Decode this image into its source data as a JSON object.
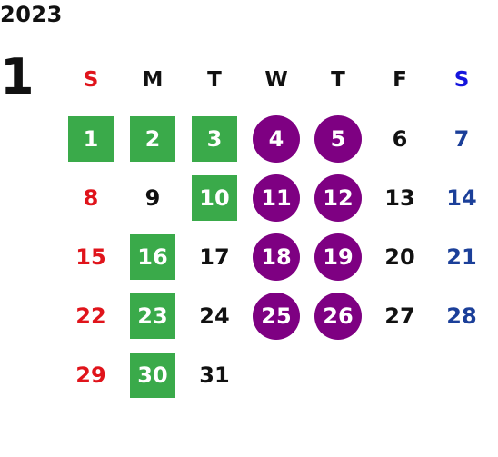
{
  "year": "2023",
  "month": "1",
  "colors": {
    "sunday": "#e0141b",
    "saturday": "#1b3f99",
    "saturday_header": "#1515dd",
    "weekday": "#111111",
    "green_square": "#3aaa4a",
    "purple_circle": "#7e0082"
  },
  "weekdays": [
    "S",
    "M",
    "T",
    "W",
    "T",
    "F",
    "S"
  ],
  "weeks": [
    [
      {
        "day": "1",
        "mark": "square"
      },
      {
        "day": "2",
        "mark": "square"
      },
      {
        "day": "3",
        "mark": "square"
      },
      {
        "day": "4",
        "mark": "circle"
      },
      {
        "day": "5",
        "mark": "circle"
      },
      {
        "day": "6",
        "mark": ""
      },
      {
        "day": "7",
        "mark": ""
      }
    ],
    [
      {
        "day": "8",
        "mark": ""
      },
      {
        "day": "9",
        "mark": ""
      },
      {
        "day": "10",
        "mark": "square"
      },
      {
        "day": "11",
        "mark": "circle"
      },
      {
        "day": "12",
        "mark": "circle"
      },
      {
        "day": "13",
        "mark": ""
      },
      {
        "day": "14",
        "mark": ""
      }
    ],
    [
      {
        "day": "15",
        "mark": ""
      },
      {
        "day": "16",
        "mark": "square"
      },
      {
        "day": "17",
        "mark": ""
      },
      {
        "day": "18",
        "mark": "circle"
      },
      {
        "day": "19",
        "mark": "circle"
      },
      {
        "day": "20",
        "mark": ""
      },
      {
        "day": "21",
        "mark": ""
      }
    ],
    [
      {
        "day": "22",
        "mark": ""
      },
      {
        "day": "23",
        "mark": "square"
      },
      {
        "day": "24",
        "mark": ""
      },
      {
        "day": "25",
        "mark": "circle"
      },
      {
        "day": "26",
        "mark": "circle"
      },
      {
        "day": "27",
        "mark": ""
      },
      {
        "day": "28",
        "mark": ""
      }
    ],
    [
      {
        "day": "29",
        "mark": ""
      },
      {
        "day": "30",
        "mark": "square"
      },
      {
        "day": "31",
        "mark": ""
      },
      {
        "day": "",
        "mark": ""
      },
      {
        "day": "",
        "mark": ""
      },
      {
        "day": "",
        "mark": ""
      },
      {
        "day": "",
        "mark": ""
      }
    ]
  ]
}
